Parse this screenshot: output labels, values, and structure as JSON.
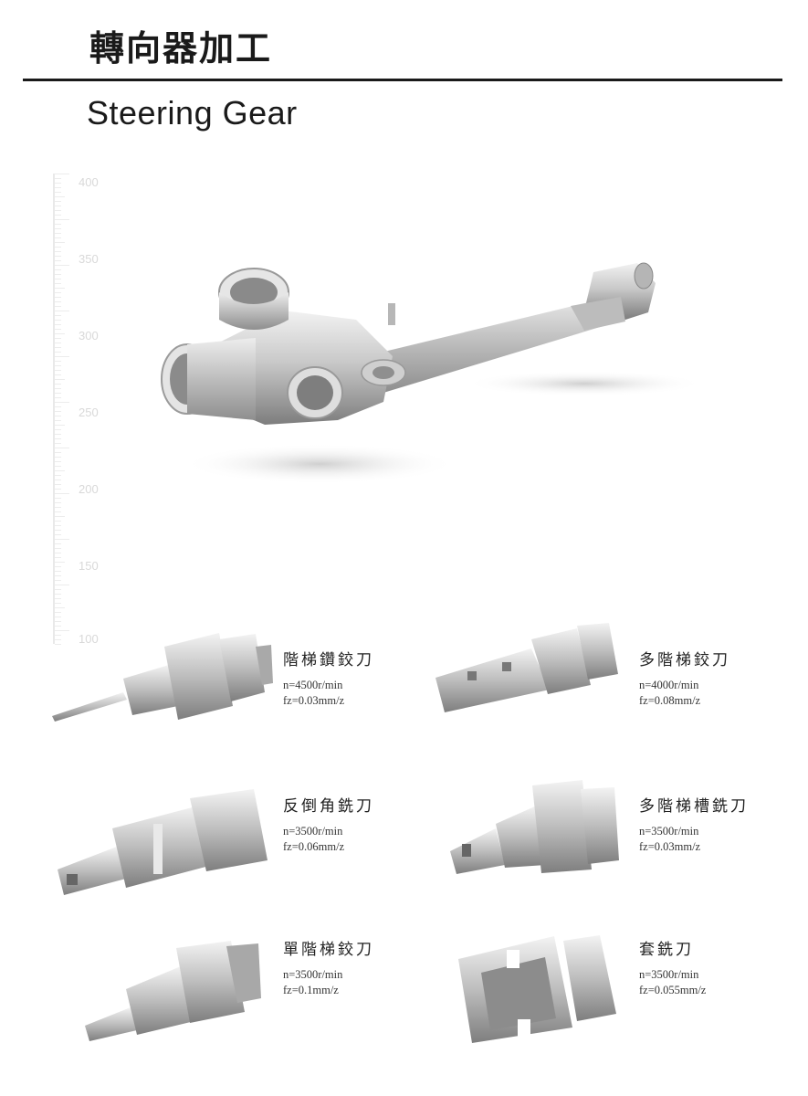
{
  "header": {
    "title_cn": "轉向器加工",
    "title_en": "Steering Gear"
  },
  "ruler": {
    "labels": [
      "400",
      "350",
      "300",
      "250",
      "200",
      "150",
      "100"
    ]
  },
  "colors": {
    "text": "#1a1a1a",
    "metal_light": "#e6e6e6",
    "metal_dark": "#8a8a8a"
  },
  "tools": [
    {
      "name": "階梯鑽鉸刀",
      "n": "n=4500r/min",
      "fz": "fz=0.03mm/z"
    },
    {
      "name": "多階梯鉸刀",
      "n": "n=4000r/min",
      "fz": "fz=0.08mm/z"
    },
    {
      "name": "反倒角銑刀",
      "n": "n=3500r/min",
      "fz": "fz=0.06mm/z"
    },
    {
      "name": "多階梯槽銑刀",
      "n": "n=3500r/min",
      "fz": "fz=0.03mm/z"
    },
    {
      "name": "單階梯鉸刀",
      "n": "n=3500r/min",
      "fz": "fz=0.1mm/z"
    },
    {
      "name": "套銑刀",
      "n": "n=3500r/min",
      "fz": "fz=0.055mm/z"
    }
  ]
}
